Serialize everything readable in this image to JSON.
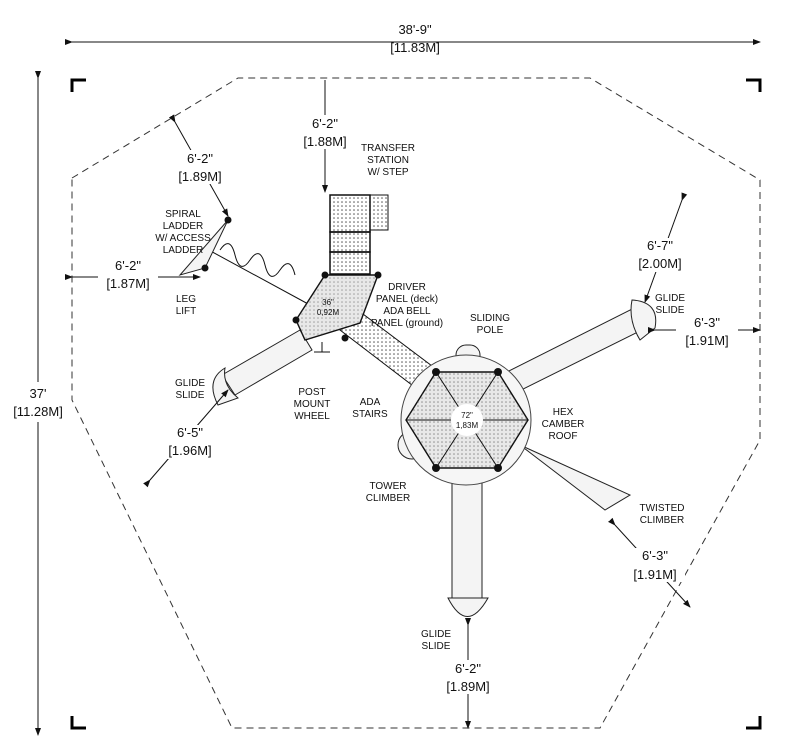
{
  "overall": {
    "width_ft": "38'-9\"",
    "width_m": "[11.83M]",
    "height_ft": "37'",
    "height_m": "[11.28M]"
  },
  "dimensions": {
    "transfer_top": {
      "ft": "6'-2\"",
      "m": "[1.88M]"
    },
    "spiral_ladder": {
      "ft": "6'-2\"",
      "m": "[1.89M]"
    },
    "leg_lift": {
      "ft": "6'-2\"",
      "m": "[1.87M]"
    },
    "upper_right_slide": {
      "ft": "6'-7\"",
      "m": "[2.00M]"
    },
    "right_slide": {
      "ft": "6'-3\"",
      "m": "[1.91M]"
    },
    "left_slide": {
      "ft": "6'-5\"",
      "m": "[1.96M]"
    },
    "twisted_climber": {
      "ft": "6'-3\"",
      "m": "[1.91M]"
    },
    "bottom_slide": {
      "ft": "6'-2\"",
      "m": "[1.89M]"
    }
  },
  "components": {
    "transfer_station": [
      "TRANSFER",
      "STATION",
      "W/ STEP"
    ],
    "spiral_ladder": [
      "SPIRAL",
      "LADDER",
      "W/ ACCESS",
      "LADDER"
    ],
    "leg_lift": [
      "LEG",
      "LIFT"
    ],
    "driver_panel": [
      "DRIVER",
      "PANEL (deck)",
      "ADA BELL",
      "PANEL (ground)"
    ],
    "sliding_pole": [
      "SLIDING",
      "POLE"
    ],
    "glide_slide_right": [
      "GLIDE",
      "SLIDE"
    ],
    "glide_slide_left": [
      "GLIDE",
      "SLIDE"
    ],
    "post_mount_wheel": [
      "POST",
      "MOUNT",
      "WHEEL"
    ],
    "ada_stairs": [
      "ADA",
      "STAIRS"
    ],
    "hex_camber_roof": [
      "HEX",
      "CAMBER",
      "ROOF"
    ],
    "tower_climber": [
      "TOWER",
      "CLIMBER"
    ],
    "twisted_climber": [
      "TWISTED",
      "CLIMBER"
    ],
    "glide_slide_bottom": [
      "GLIDE",
      "SLIDE"
    ]
  },
  "deck_heights": {
    "small_deck": [
      "36\"",
      "0,92M"
    ],
    "hex_tower": [
      "72\"",
      "1,83M"
    ]
  }
}
